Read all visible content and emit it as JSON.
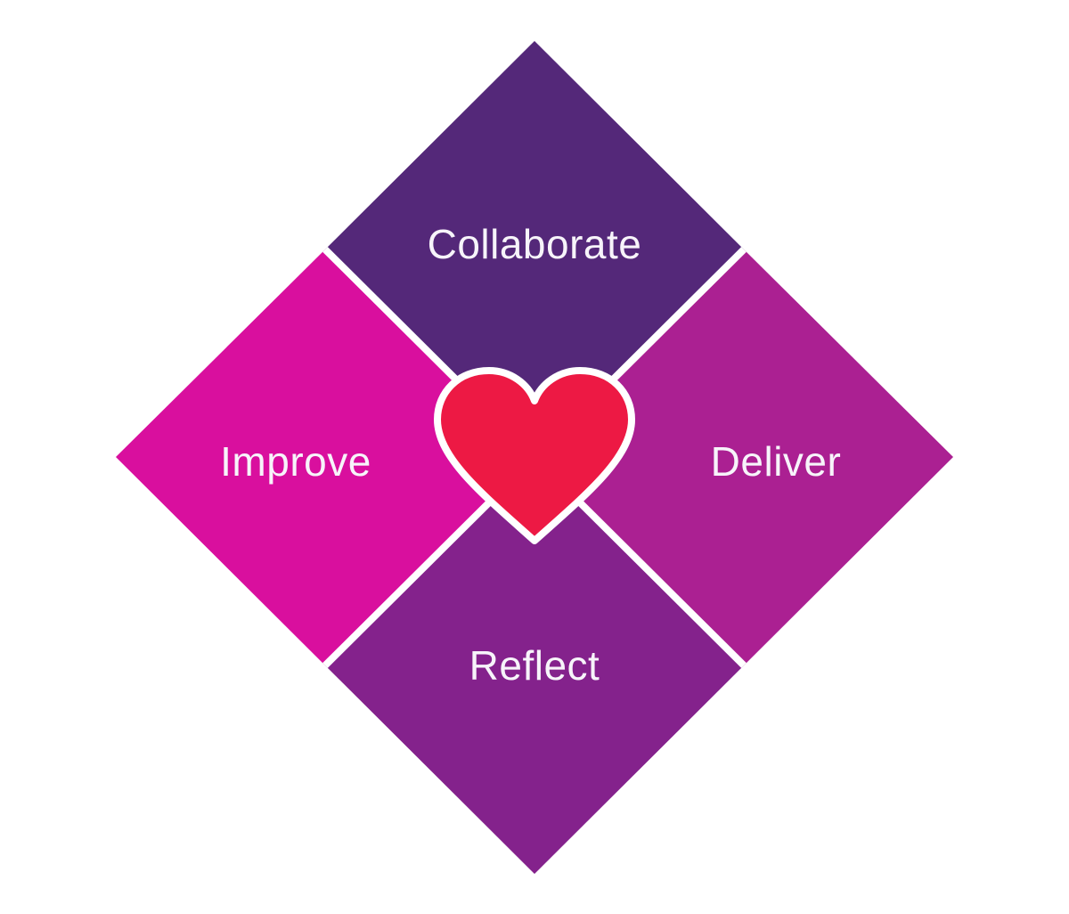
{
  "diagram": {
    "name": "values-diamond-diagram",
    "background_color": "#FFFFFF",
    "separator_color": "#FFFFFF",
    "label_color": "#F7F4FA",
    "segments": [
      {
        "label": "Collaborate",
        "position": "top",
        "color": "#542879"
      },
      {
        "label": "Deliver",
        "position": "right",
        "color": "#AB2092"
      },
      {
        "label": "Reflect",
        "position": "bottom",
        "color": "#84228C"
      },
      {
        "label": "Improve",
        "position": "left",
        "color": "#D90F9E"
      }
    ],
    "center": {
      "icon": "heart-icon",
      "color": "#ED1944",
      "outline_color": "#FFFFFF"
    }
  }
}
